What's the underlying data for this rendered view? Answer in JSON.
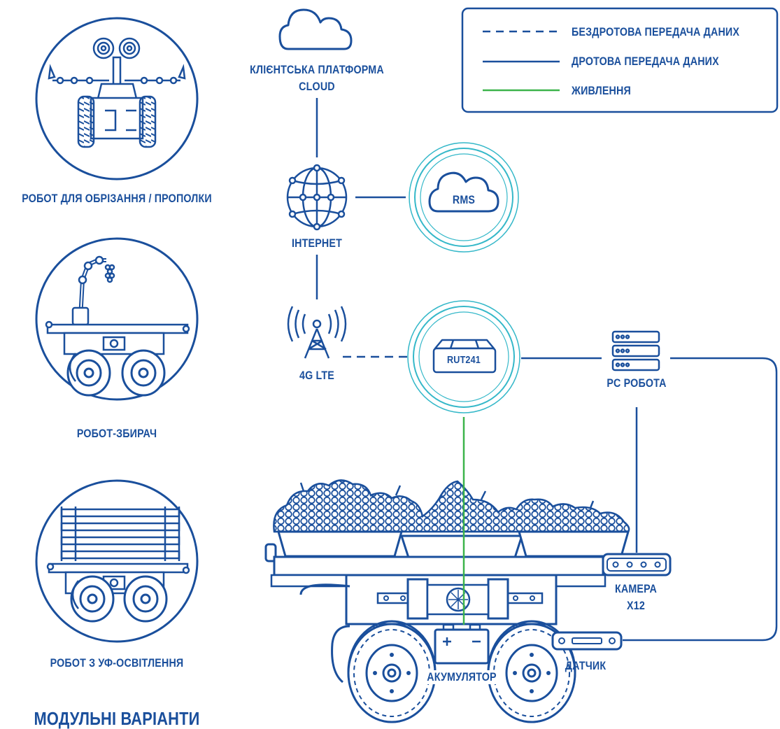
{
  "legend": {
    "wireless": "БЕЗДРОТОВА ПЕРЕДАЧА ДАНИХ",
    "wired": "ДРОТОВА ПЕРЕДАЧА ДАНИХ",
    "power": "ЖИВЛЕННЯ"
  },
  "nodes": {
    "cloud_line1": "КЛІЄНТСЬКА ПЛАТФОРМА",
    "cloud_line2": "CLOUD",
    "internet": "ІНТЕРНЕТ",
    "rms": "RMS",
    "lte": "4G LTE",
    "router": "RUT241",
    "pc": "PC РОБОТА",
    "camera_line1": "КАМЕРА",
    "camera_line2": "X12",
    "sensor": "ДАТЧИК",
    "battery": "АКУМУЛЯТОР"
  },
  "variants": {
    "pruning": "РОБОТ ДЛЯ ОБРІЗАННЯ / ПРОПОЛКИ",
    "harvester": "РОБОТ-ЗБИРАЧ",
    "uv": "РОБОТ З УФ-ОСВІТЛЕННЯ",
    "heading": "МОДУЛЬНІ ВАРІАНТИ"
  },
  "colors": {
    "primary": "#1a4f9c",
    "wired": "#1a4f9c",
    "wireless": "#1a4f9c",
    "power": "#3cb44b",
    "accent_ring": "#35b8c9"
  },
  "icons": [
    "cloud-icon",
    "globe-icon",
    "cell-tower-icon",
    "router-icon",
    "server-icon",
    "camera-icon",
    "sensor-icon",
    "battery-icon"
  ]
}
